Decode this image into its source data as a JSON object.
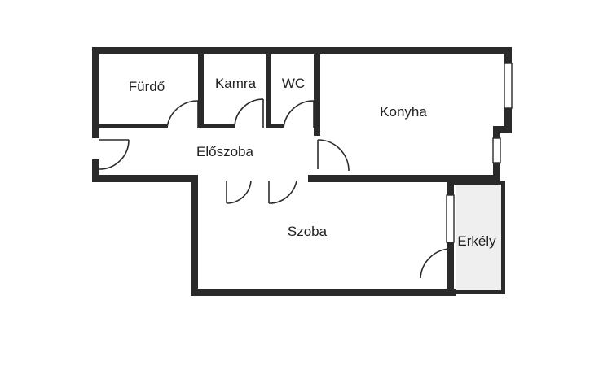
{
  "rooms": {
    "furdo": "Fürdő",
    "kamra": "Kamra",
    "wc": "WC",
    "konyha": "Konyha",
    "eloszoba": "Előszoba",
    "szoba": "Szoba",
    "erkely": "Erkély"
  },
  "colors": {
    "wall": "#2a2a2a",
    "balcony_fill": "#efefef",
    "background": "#ffffff"
  }
}
